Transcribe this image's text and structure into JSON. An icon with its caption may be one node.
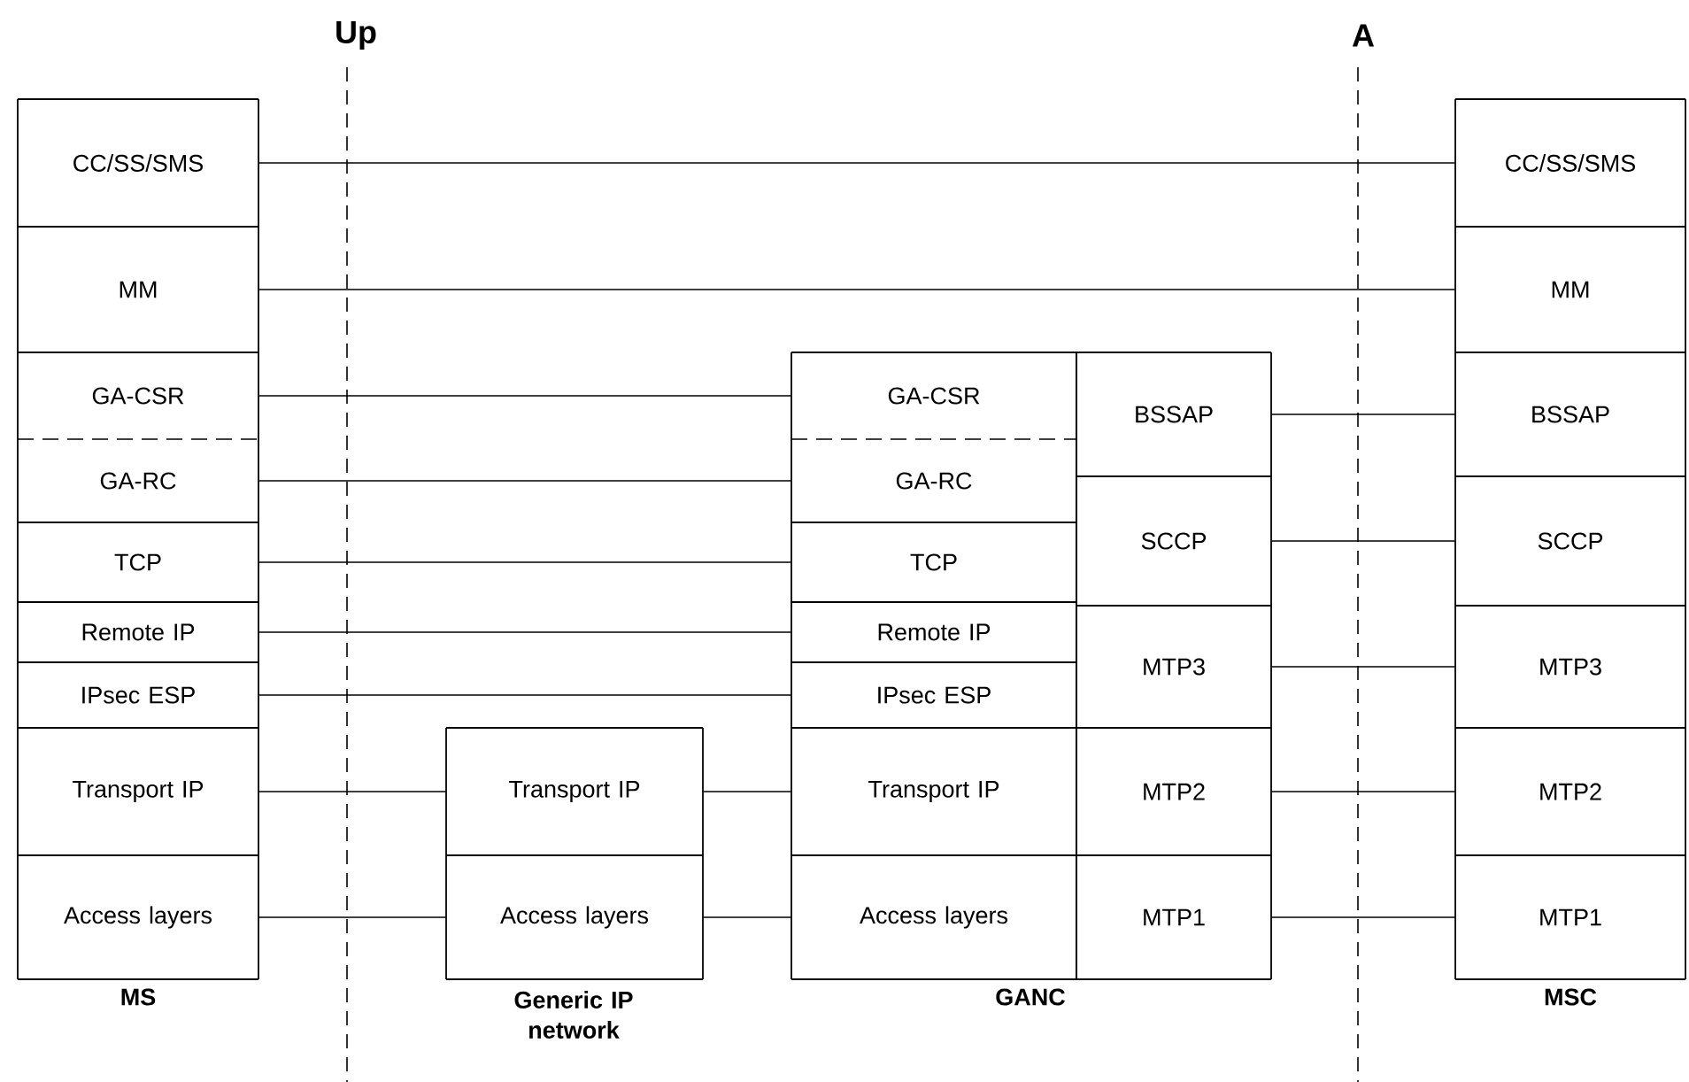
{
  "diagram": {
    "nodes": [
      {
        "text": [
          "CC/SS/SMS"
        ]
      },
      {
        "text": [
          "MM"
        ]
      },
      {
        "text": [
          "GA-CSR"
        ]
      },
      {
        "text": [
          "GA-RC"
        ]
      },
      {
        "text": [
          "TCP"
        ]
      },
      {
        "text": [
          "Remote IP"
        ]
      },
      {
        "text": [
          "IPsec ESP"
        ]
      },
      {
        "text": [
          "Transport IP"
        ]
      },
      {
        "text": [
          "Access layers"
        ]
      },
      {
        "text": [
          "Transport IP"
        ]
      },
      {
        "text": [
          "Access layers"
        ]
      },
      {
        "text": [
          "GA-CSR"
        ]
      },
      {
        "text": [
          "GA-RC"
        ]
      },
      {
        "text": [
          "TCP"
        ]
      },
      {
        "text": [
          "Remote IP"
        ]
      },
      {
        "text": [
          "IPsec ESP"
        ]
      },
      {
        "text": [
          "Transport IP"
        ]
      },
      {
        "text": [
          "Access layers"
        ]
      },
      {
        "text": [
          "BSSAP"
        ]
      },
      {
        "text": [
          "SCCP"
        ]
      },
      {
        "text": [
          "MTP3"
        ]
      },
      {
        "text": [
          "MTP2"
        ]
      },
      {
        "text": [
          "MTP1"
        ]
      },
      {
        "text": [
          "CC/SS/SMS"
        ]
      },
      {
        "text": [
          "MM"
        ]
      },
      {
        "text": [
          "BSSAP"
        ]
      },
      {
        "text": [
          "SCCP"
        ]
      },
      {
        "text": [
          "MTP3"
        ]
      },
      {
        "text": [
          "MTP2"
        ]
      },
      {
        "text": [
          "MTP1"
        ]
      }
    ],
    "edges": [
      {
        "from": 0,
        "to": 23,
        "arrow": "none"
      },
      {
        "from": 1,
        "to": 24,
        "arrow": "none"
      },
      {
        "from": 2,
        "to": 11,
        "arrow": "none"
      },
      {
        "from": 3,
        "to": 12,
        "arrow": "none"
      },
      {
        "from": 4,
        "to": 13,
        "arrow": "none"
      },
      {
        "from": 5,
        "to": 14,
        "arrow": "none"
      },
      {
        "from": 6,
        "to": 15,
        "arrow": "none"
      },
      {
        "from": 7,
        "to": 9,
        "arrow": "none"
      },
      {
        "from": 9,
        "to": 16,
        "arrow": "none"
      },
      {
        "from": 8,
        "to": 10,
        "arrow": "none"
      },
      {
        "from": 10,
        "to": 17,
        "arrow": "none"
      },
      {
        "from": 18,
        "to": 25,
        "arrow": "none"
      },
      {
        "from": 19,
        "to": 26,
        "arrow": "none"
      },
      {
        "from": 20,
        "to": 27,
        "arrow": "none"
      },
      {
        "from": 21,
        "to": 28,
        "arrow": "none"
      },
      {
        "from": 22,
        "to": 29,
        "arrow": "none"
      }
    ],
    "labels": [
      "Up",
      "A",
      "MS",
      "Generic IP network",
      "GANC",
      "MSC"
    ]
  }
}
